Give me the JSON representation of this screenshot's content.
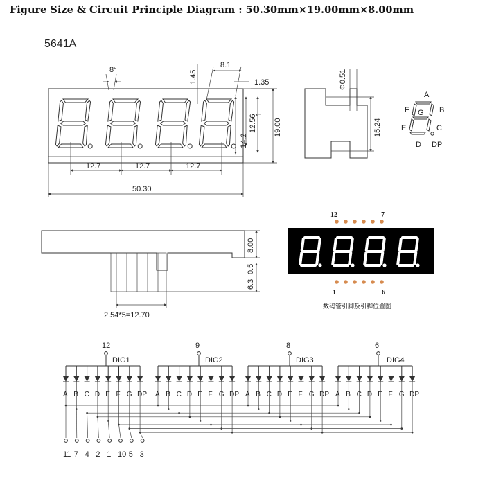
{
  "title": "Figure Size & Circuit Principle Diagram : 50.30mm×19.00mm×8.00mm",
  "part_number": "5641A",
  "dimensions": {
    "angle": "8°",
    "d_1_45": "1.45",
    "d_8_1": "8.1",
    "d_1_35": "1.35",
    "d_12_56": "12.56",
    "d_14_2": "14.2",
    "d_1": "1",
    "d_19_00": "19.00",
    "d_12_7_a": "12.7",
    "d_12_7_b": "12.7",
    "d_12_7_c": "12.7",
    "d_50_30": "50.30",
    "d_phi_0_51": "Φ0.51",
    "d_15_24": "15.24",
    "d_8_00": "8.00",
    "d_0_5": "0.5",
    "d_6_3": "6.3",
    "pin_pitch": "2.54*5=12.70"
  },
  "segment_labels": [
    "A",
    "F",
    "G",
    "B",
    "E",
    "C",
    "D",
    "DP"
  ],
  "photo": {
    "pin_top_left": "12",
    "pin_top_right": "7",
    "pin_bottom_left": "1",
    "pin_bottom_right": "6",
    "caption": "数码管引脚及引脚位置图",
    "digit_color": "#ffffff",
    "body_color": "#000000"
  },
  "schematic": {
    "digits": [
      {
        "label": "DIG1",
        "pin": "12"
      },
      {
        "label": "DIG2",
        "pin": "9"
      },
      {
        "label": "DIG3",
        "pin": "8"
      },
      {
        "label": "DIG4",
        "pin": "6"
      }
    ],
    "segments": [
      "A",
      "B",
      "C",
      "D",
      "E",
      "F",
      "G",
      "DP"
    ],
    "segment_pins": [
      "11",
      "7",
      "4",
      "2",
      "1",
      "10",
      "5",
      "3"
    ]
  }
}
